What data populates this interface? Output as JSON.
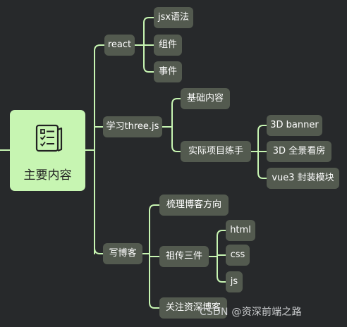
{
  "root": {
    "label": "主要内容",
    "icon": "checklist-clipboard-icon"
  },
  "branches": [
    {
      "label": "react",
      "children": [
        {
          "label": "jsx语法"
        },
        {
          "label": "组件"
        },
        {
          "label": "事件"
        }
      ]
    },
    {
      "label": "学习three.js",
      "children": [
        {
          "label": "基础内容"
        },
        {
          "label": "实际项目练手",
          "children": [
            {
              "label": "3D banner"
            },
            {
              "label": "3D 全景看房"
            },
            {
              "label": "vue3 封装模块"
            }
          ]
        }
      ]
    },
    {
      "label": "写博客",
      "children": [
        {
          "label": "梳理博客方向"
        },
        {
          "label": "祖传三件",
          "children": [
            {
              "label": "html"
            },
            {
              "label": "css"
            },
            {
              "label": "js"
            }
          ]
        },
        {
          "label": "关注资深博客"
        }
      ]
    }
  ],
  "watermark": "CSDN @资深前端之路",
  "colors": {
    "background": "#27292b",
    "node": "#535a4f",
    "root": "#c7f5b2",
    "line": "#c7f5b2"
  }
}
